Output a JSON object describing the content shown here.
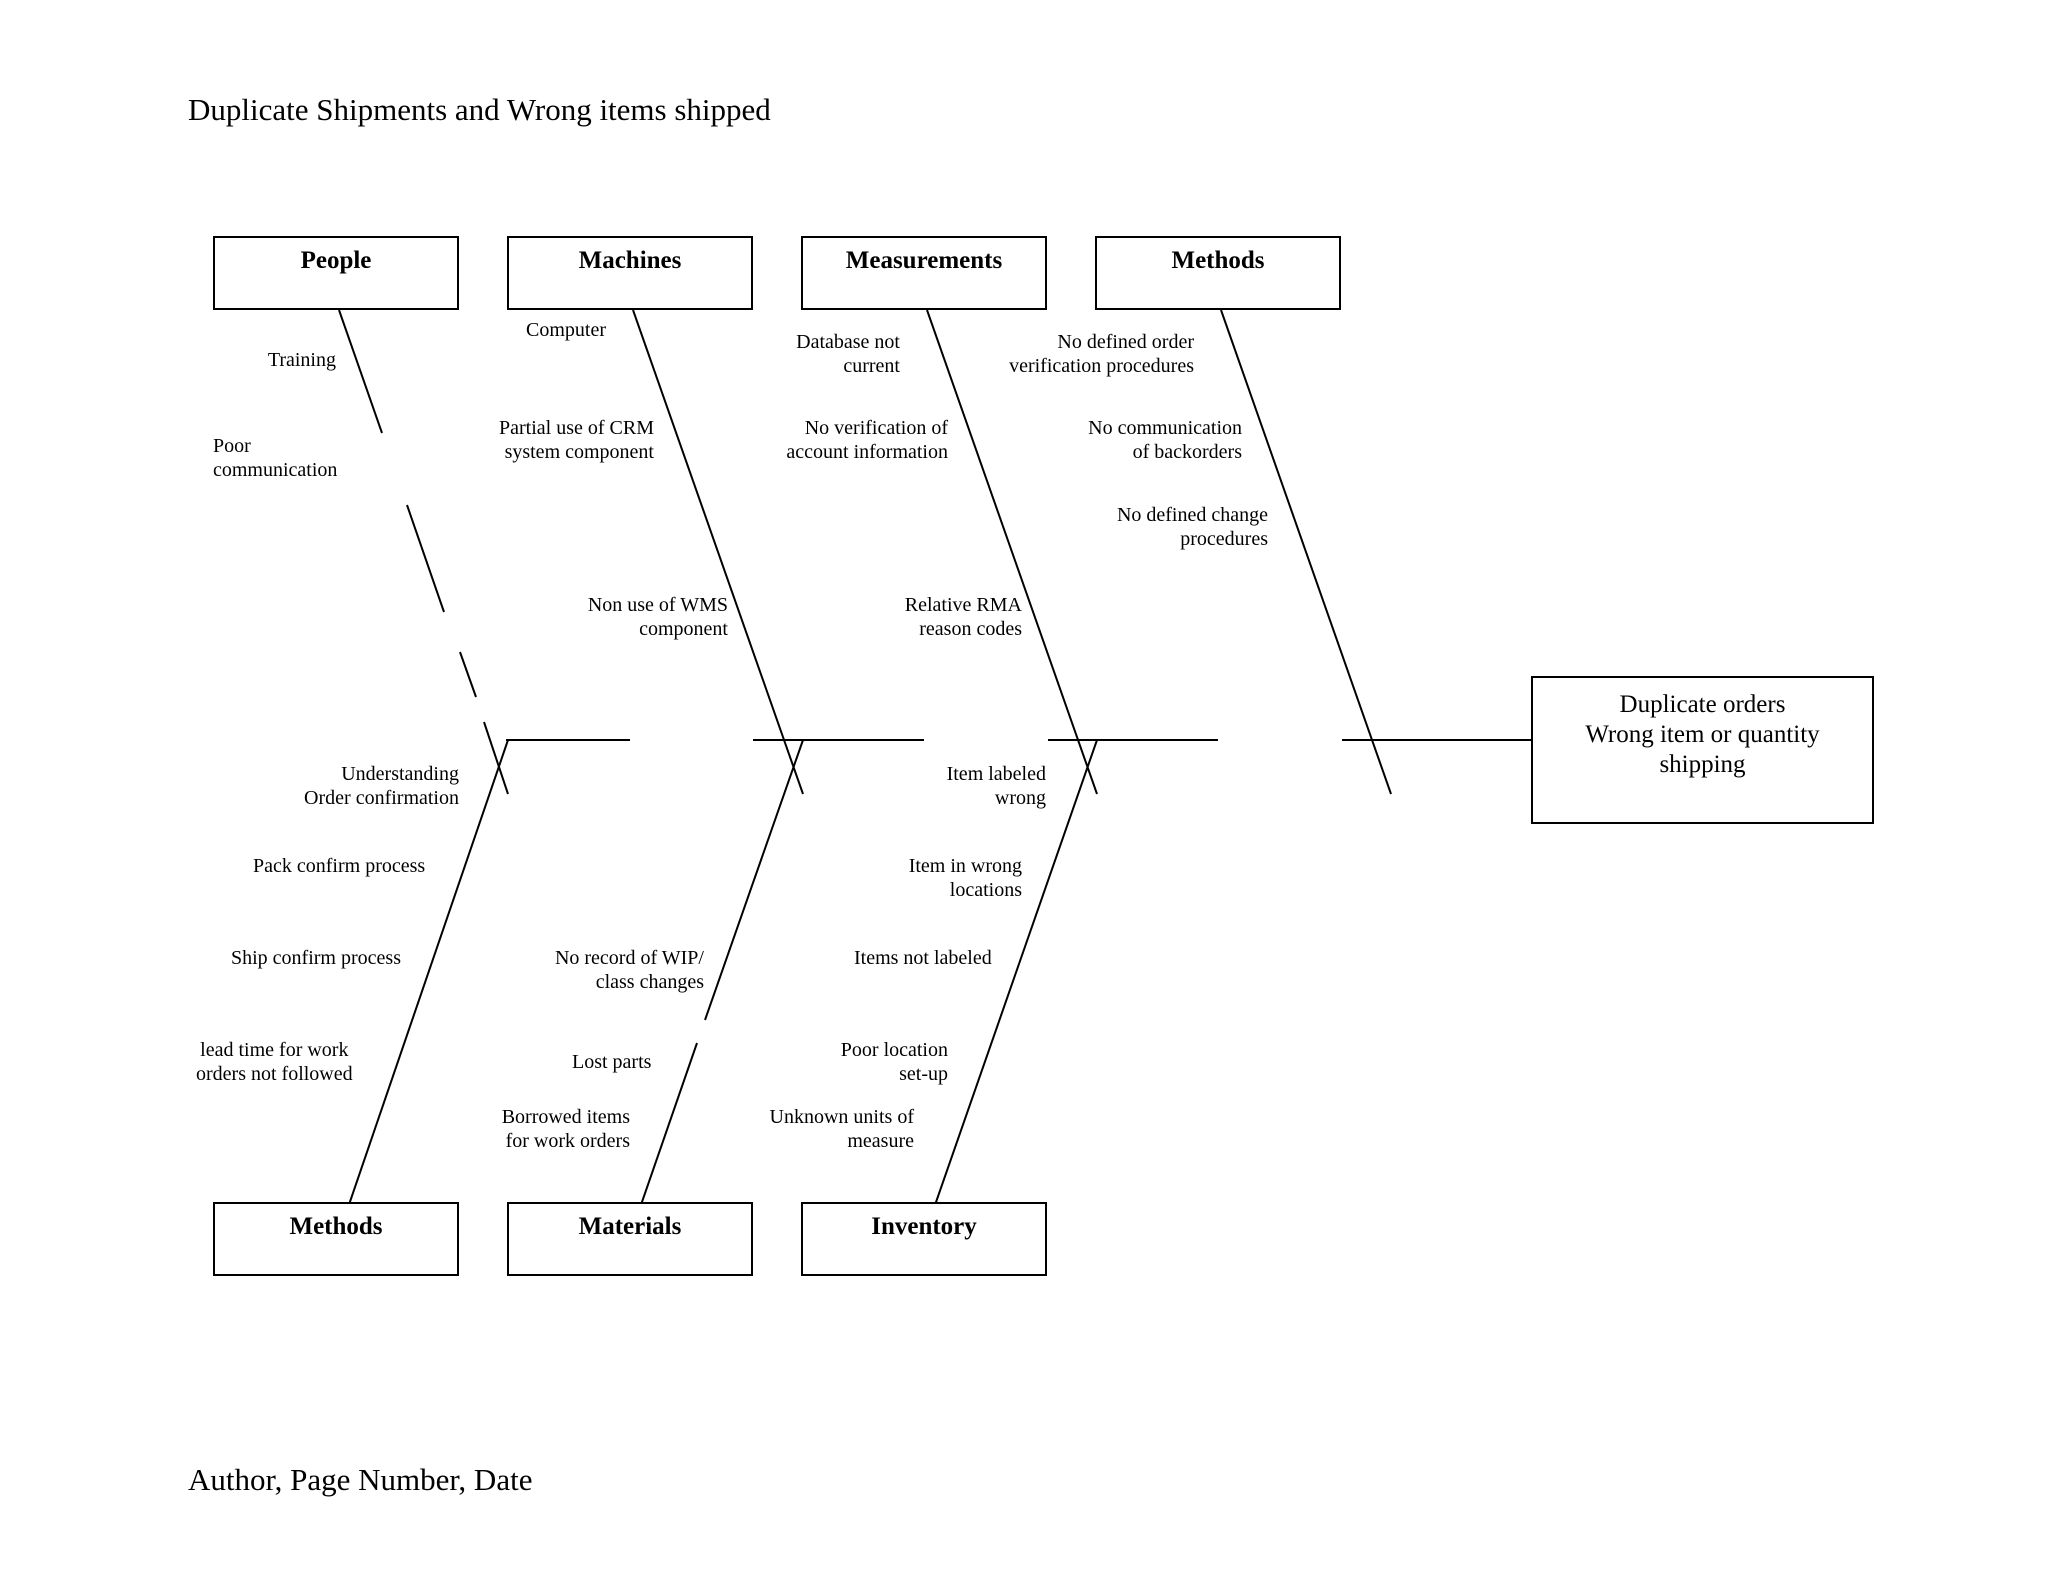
{
  "title": "Duplicate Shipments and Wrong items shipped",
  "footer": "Author, Page Number, Date",
  "effect": {
    "lines": [
      "Duplicate orders",
      "Wrong item or quantity",
      "shipping"
    ]
  },
  "categories_top": [
    {
      "label": "People"
    },
    {
      "label": "Machines"
    },
    {
      "label": "Measurements"
    },
    {
      "label": "Methods"
    }
  ],
  "categories_bottom": [
    {
      "label": "Methods"
    },
    {
      "label": "Materials"
    },
    {
      "label": "Inventory"
    }
  ],
  "causes": {
    "people": [
      [
        "Training"
      ],
      [
        "Poor",
        "communication"
      ]
    ],
    "machines": [
      [
        "Computer"
      ],
      [
        "Partial use of CRM",
        "system component"
      ],
      [
        "Non use of WMS",
        "component"
      ]
    ],
    "measurements": [
      [
        "Database not",
        "current"
      ],
      [
        "No verification of",
        "account information"
      ],
      [
        "Relative RMA",
        "reason codes"
      ]
    ],
    "methods_top": [
      [
        "No defined order",
        "verification procedures"
      ],
      [
        "No communication",
        "of backorders"
      ],
      [
        "No defined change",
        "procedures"
      ]
    ],
    "methods_bottom": [
      [
        "Understanding",
        "Order confirmation"
      ],
      [
        "Pack confirm process"
      ],
      [
        "Ship confirm process"
      ],
      [
        "lead time for work",
        "orders not followed"
      ]
    ],
    "materials": [
      [
        "No record of WIP/",
        "class changes"
      ],
      [
        "Lost parts"
      ],
      [
        "Borrowed items",
        "for work orders"
      ]
    ],
    "inventory": [
      [
        "Item labeled",
        "wrong"
      ],
      [
        "Item in wrong",
        "locations"
      ],
      [
        "Items not labeled"
      ],
      [
        "Poor location",
        "set-up"
      ],
      [
        "Unknown units of",
        "measure"
      ]
    ]
  }
}
